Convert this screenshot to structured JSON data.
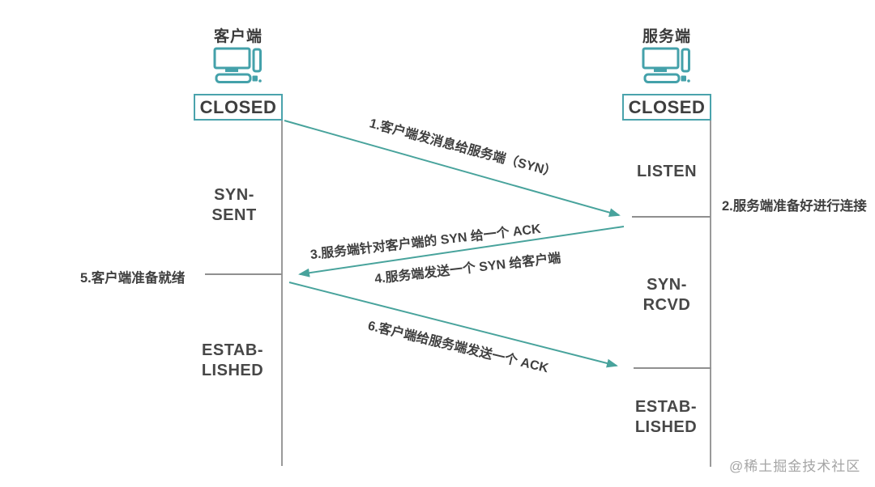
{
  "client": {
    "title": "客户端",
    "state_closed": "CLOSED",
    "state_syn_sent": "SYN-\nSENT",
    "state_established": "ESTAB-\nLISHED"
  },
  "server": {
    "title": "服务端",
    "state_closed": "CLOSED",
    "state_listen": "LISTEN",
    "state_syn_rcvd": "SYN-\nRCVD",
    "state_established": "ESTAB-\nLISHED"
  },
  "messages": {
    "step1": "1.客户端发消息给服务端（SYN）",
    "step2": "2.服务端准备好进行连接",
    "step3": "3.服务端针对客户端的 SYN 给一个 ACK",
    "step4": "4.服务端发送一个 SYN 给客户端",
    "step5": "5.客户端准备就绪",
    "step6": "6.客户端给服务端发送一个 ACK"
  },
  "watermark": "@稀土掘金技术社区",
  "colors": {
    "teal_icon": "#44a1aa",
    "teal_arrow": "#48a39c",
    "line_gray": "#9a9a9a",
    "text_dark": "#3e3e3e",
    "watermark_gray": "#a5a5a5"
  },
  "icons": {
    "client": "computer-icon",
    "server": "computer-icon"
  }
}
